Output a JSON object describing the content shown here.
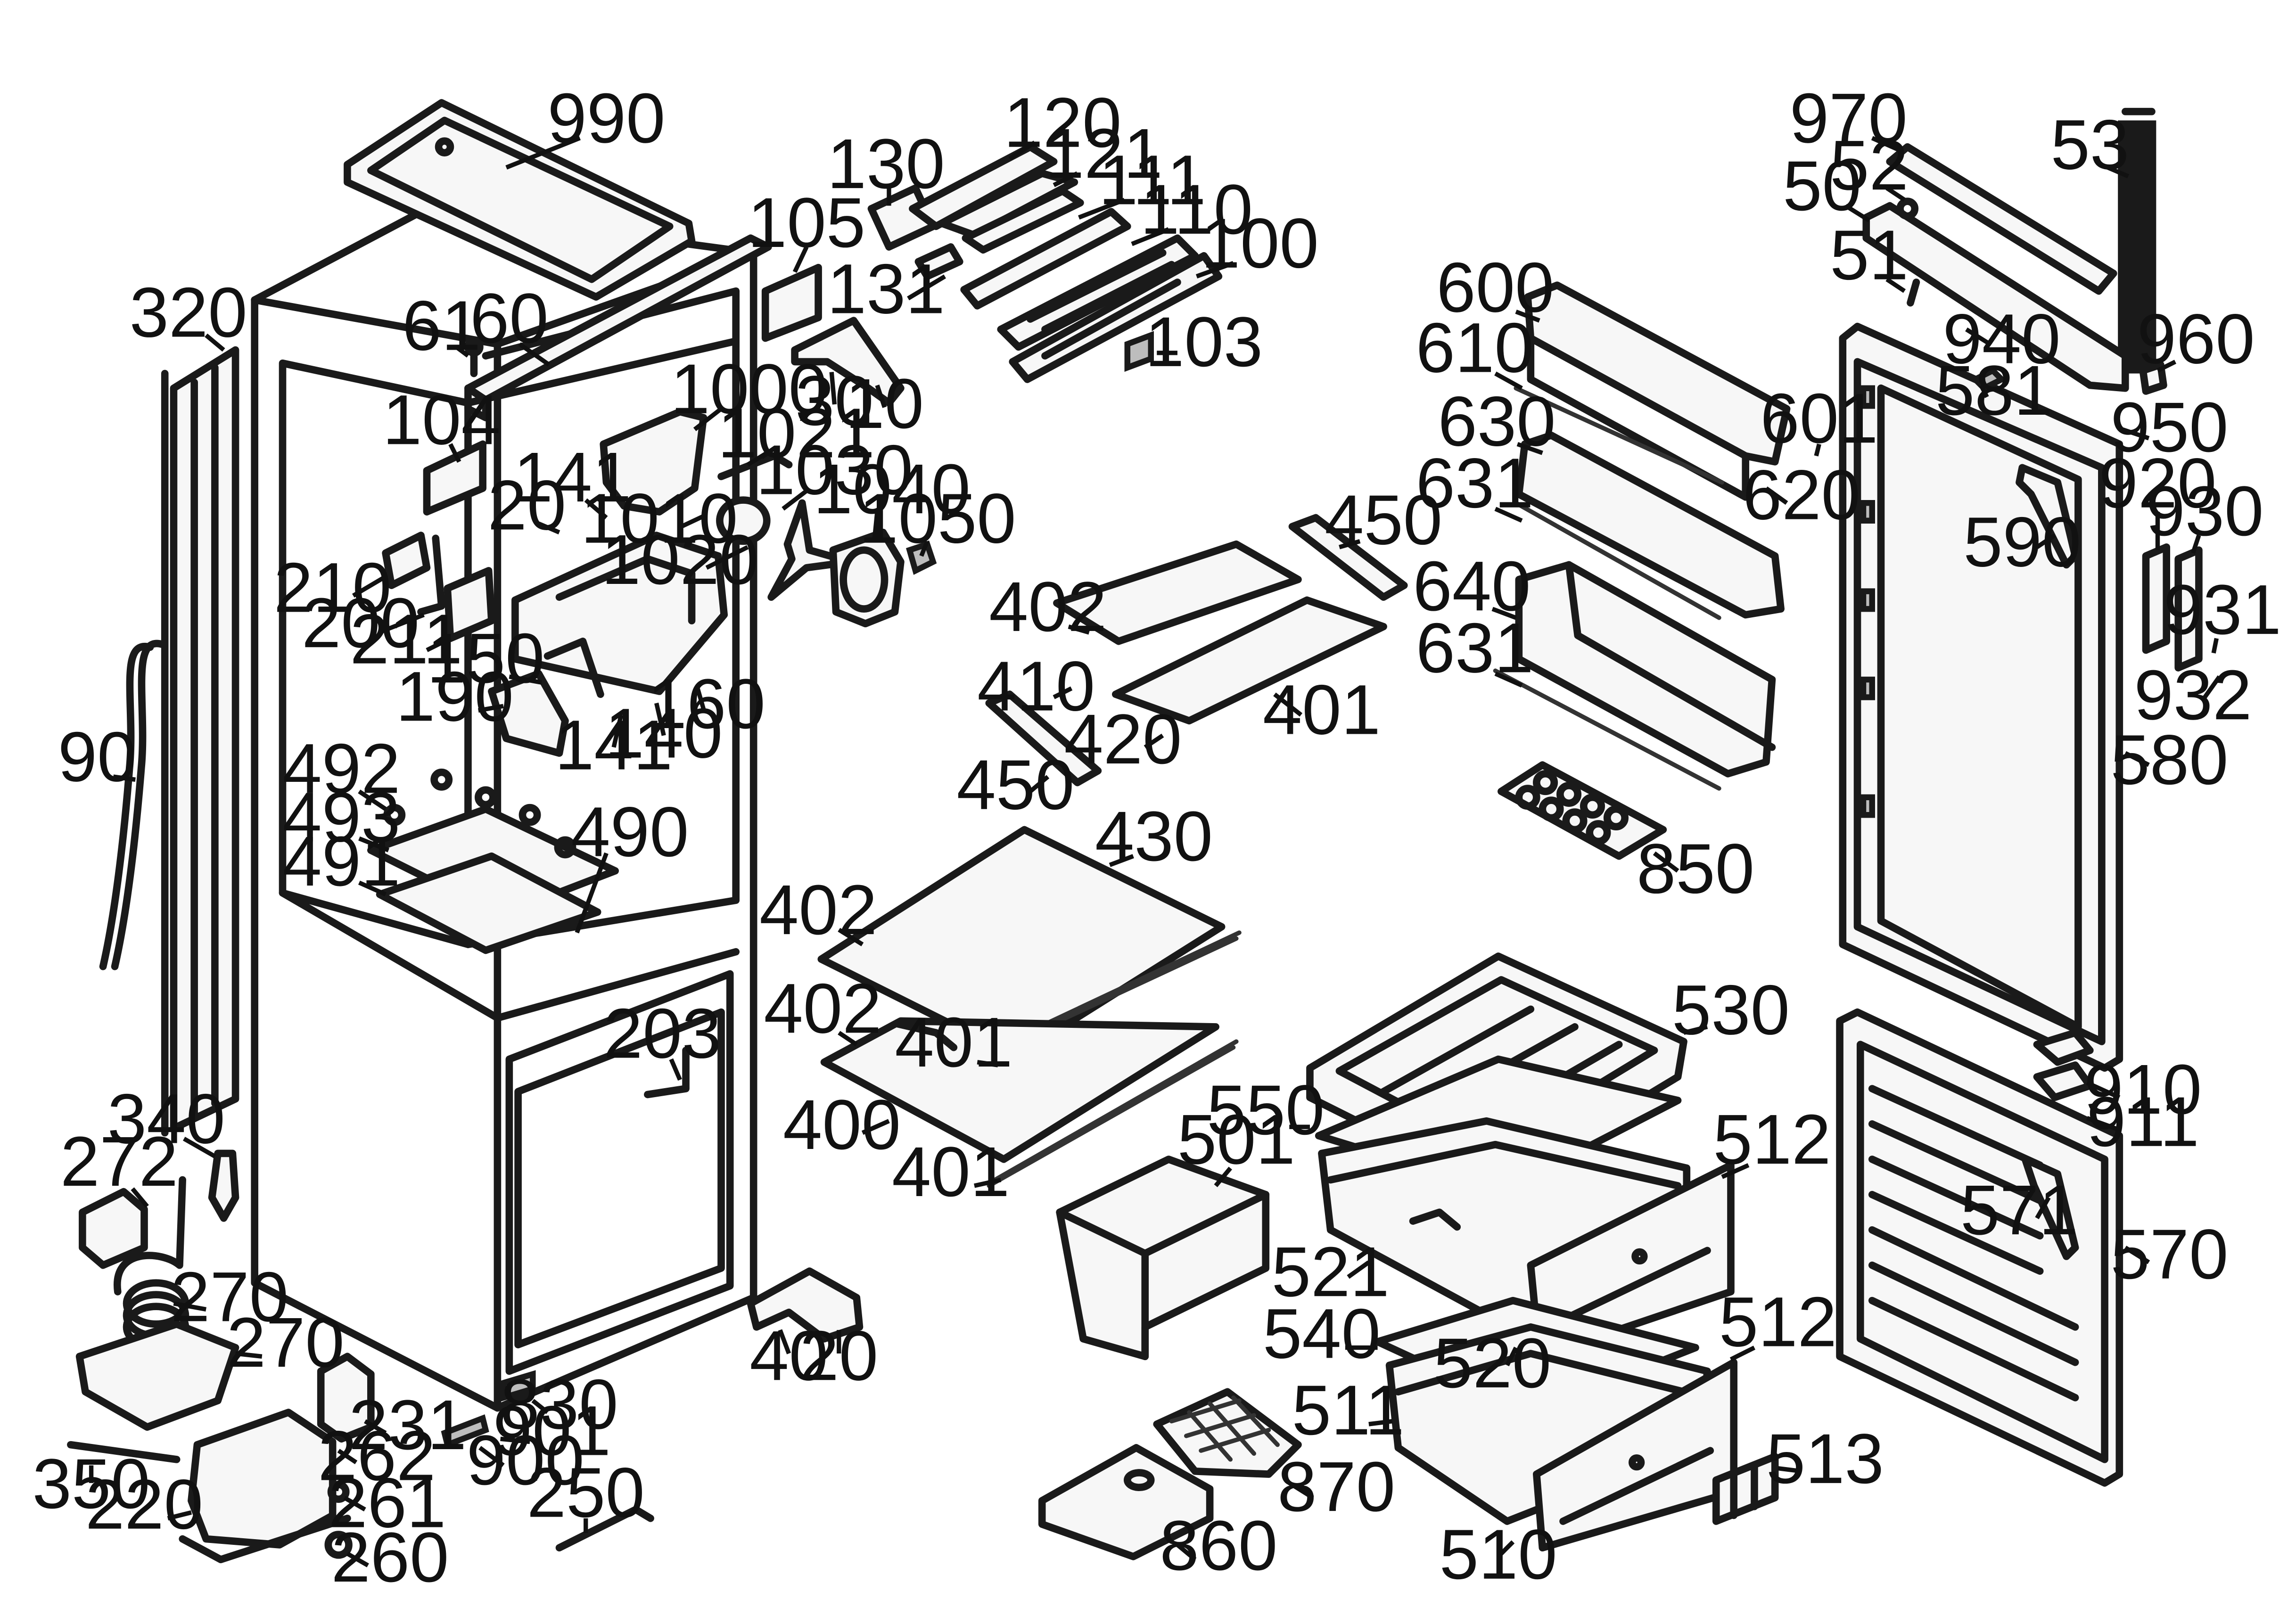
{
  "diagram": {
    "callouts": [
      "990",
      "120",
      "130",
      "121",
      "111",
      "110",
      "100",
      "103",
      "105",
      "131",
      "60",
      "61",
      "30",
      "10",
      "320",
      "104",
      "1000",
      "1021",
      "1030",
      "1040",
      "1050",
      "141",
      "1010",
      "1020",
      "20",
      "210",
      "200",
      "211",
      "150",
      "160",
      "190",
      "141",
      "140",
      "90",
      "492",
      "493",
      "490",
      "491",
      "203",
      "340",
      "272",
      "270",
      "270",
      "231",
      "262",
      "261",
      "260",
      "350",
      "220",
      "830",
      "901",
      "900",
      "250",
      "40",
      "20",
      "402",
      "410",
      "420",
      "401",
      "450",
      "450",
      "430",
      "402",
      "402",
      "401",
      "400",
      "401",
      "501",
      "870",
      "860",
      "600",
      "610",
      "601",
      "620",
      "630",
      "631",
      "640",
      "631",
      "850",
      "530",
      "550",
      "512",
      "521",
      "540",
      "520",
      "512",
      "511",
      "513",
      "510",
      "970",
      "53",
      "52",
      "50",
      "51",
      "940",
      "960",
      "581",
      "950",
      "920",
      "930",
      "590",
      "931",
      "932",
      "580",
      "910",
      "911",
      "571",
      "570"
    ]
  }
}
